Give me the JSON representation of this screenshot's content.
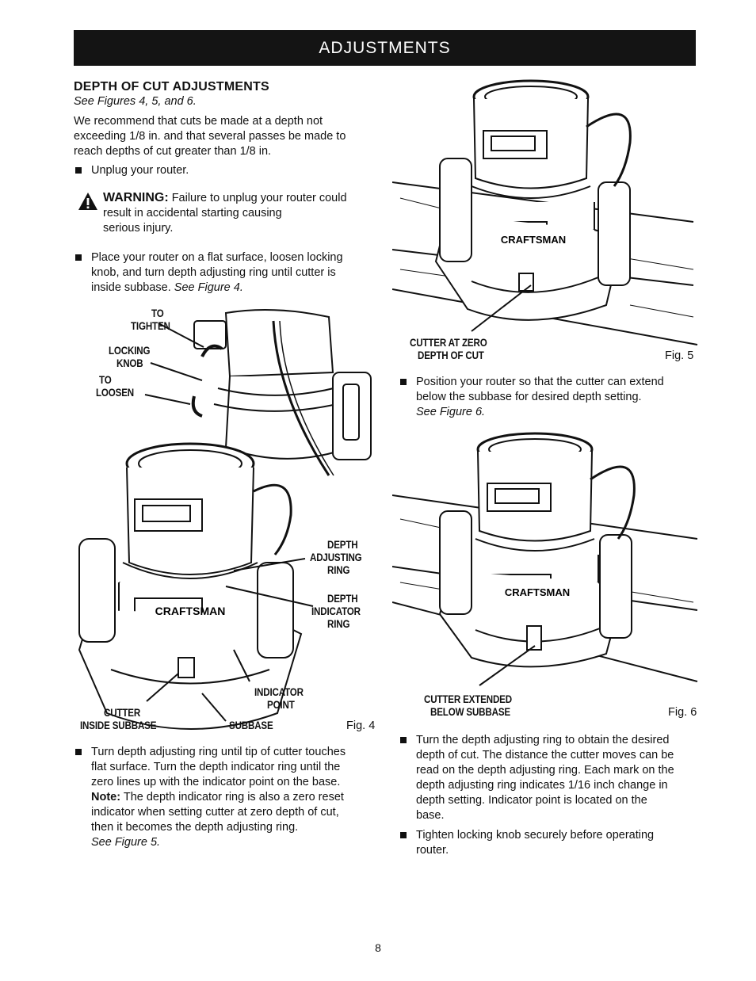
{
  "banner": {
    "title": "ADJUSTMENTS"
  },
  "left": {
    "heading": "DEPTH OF CUT ADJUSTMENTS",
    "see_figs": "See Figures 4, 5, and 6.",
    "intro_lines": [
      "We recommend that cuts be made at a depth not",
      "exceeding 1/8 in. and that several passes be made to",
      "reach depths of cut greater than 1/8 in."
    ],
    "bullet_unplug": "Unplug your router.",
    "warning": {
      "title": "WARNING:",
      "line1": "Failure to unplug your router could",
      "line2": "result in accidental starting causing",
      "line3": "serious injury."
    },
    "bullet_place": {
      "line1": "Place your router on a flat surface, loosen locking",
      "line2": "knob, and turn depth adjusting ring until cutter is",
      "line3": "inside subbase.",
      "ref": "See Figure 4."
    },
    "bullet_turn": {
      "line1": "Turn depth adjusting ring until tip of cutter touches",
      "line2": "flat surface. Turn the depth indicator ring until the",
      "line3": "zero lines up with the indicator point on the base.",
      "note_label": "Note:",
      "line4": "The depth indicator ring is also a zero reset",
      "line5": "indicator when setting cutter at zero depth of cut,",
      "line6": "then it becomes the depth adjusting ring.",
      "ref": "See Figure 5."
    }
  },
  "fig4": {
    "label_to": "TO",
    "label_tighten": "TIGHTEN",
    "label_locking": "LOCKING",
    "label_knob": "KNOB",
    "label_to2": "TO",
    "label_loosen": "LOOSEN",
    "label_depth1": "DEPTH",
    "label_adjusting": "ADJUSTING",
    "label_ring1": "RING",
    "label_depth2": "DEPTH",
    "label_indicator": "INDICATOR",
    "label_ring2": "RING",
    "label_indicator2": "INDICATOR",
    "label_point": "POINT",
    "label_cutter": "CUTTER",
    "label_inside": "INSIDE SUBBASE",
    "label_subbase": "SUBBASE",
    "fig_no": "Fig. 4",
    "brand": "CRAFTSMAN"
  },
  "fig5": {
    "label_cutter_zero": "CUTTER AT ZERO",
    "label_depth_cut": "DEPTH OF CUT",
    "fig_no": "Fig. 5",
    "brand": "CRAFTSMAN"
  },
  "right": {
    "bullet_position": {
      "line1": "Position your router so that the cutter can extend",
      "line2": "below the subbase for desired depth setting.",
      "ref": "See Figure 6."
    },
    "bullet_turn2": {
      "line1": "Turn the depth adjusting ring to obtain the desired",
      "line2": "depth of cut. The distance the cutter moves can be",
      "line3": "read on the depth adjusting ring. Each mark on the",
      "line4": "depth adjusting ring indicates 1/16 inch change in",
      "line5": "depth setting. Indicator point is located on the",
      "line6": "base."
    },
    "bullet_tighten": {
      "line1": "Tighten locking knob securely before operating",
      "line2": "router."
    }
  },
  "fig6": {
    "label_cutter_ext": "CUTTER EXTENDED",
    "label_below": "BELOW SUBBASE",
    "fig_no": "Fig. 6",
    "brand": "CRAFTSMAN"
  },
  "page": {
    "number": "8"
  }
}
